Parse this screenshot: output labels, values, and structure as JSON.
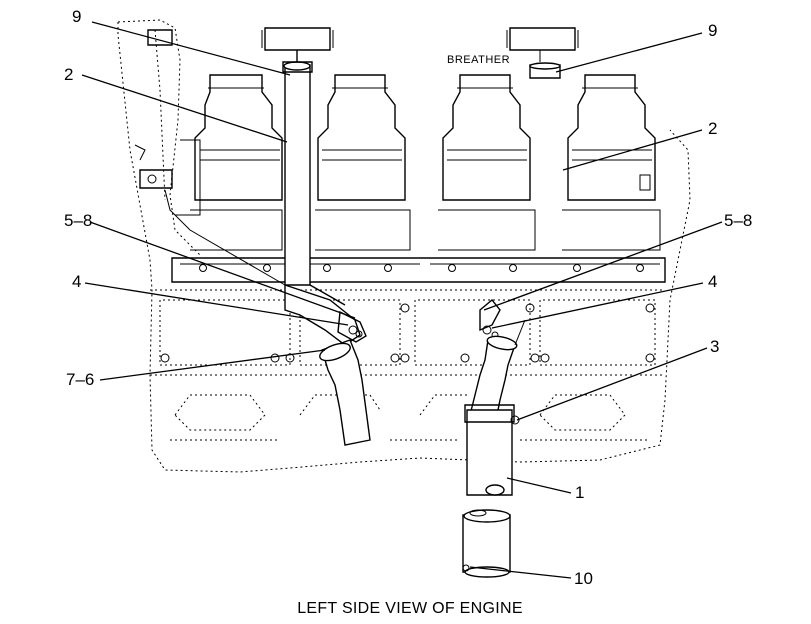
{
  "callouts": {
    "c9_left": "9",
    "c9_right": "9",
    "c2_left": "2",
    "c2_right": "2",
    "c58_left": "5–8",
    "c58_right": "5–8",
    "c4_left": "4",
    "c4_right": "4",
    "c76": "7–6",
    "c3": "3",
    "c1": "1",
    "c10": "10"
  },
  "labels": {
    "breather": "BREATHER"
  },
  "caption": "LEFT SIDE VIEW OF ENGINE"
}
